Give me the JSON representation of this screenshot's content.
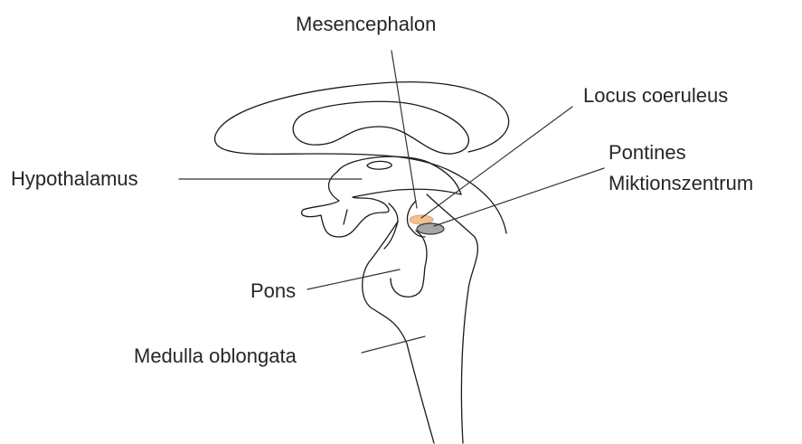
{
  "labels": {
    "mesencephalon": "Mesencephalon",
    "locus_coeruleus": "Locus coeruleus",
    "pontines_line1": "Pontines",
    "pontines_line2": "Miktionszentrum",
    "hypothalamus": "Hypothalamus",
    "pons": "Pons",
    "medulla": "Medulla oblongata"
  },
  "colors": {
    "locus_coeruleus_fill": "#f4c08e",
    "micturition_center_fill": "#a6a6a6",
    "outline": "#1a1a1a",
    "text": "#262626"
  }
}
